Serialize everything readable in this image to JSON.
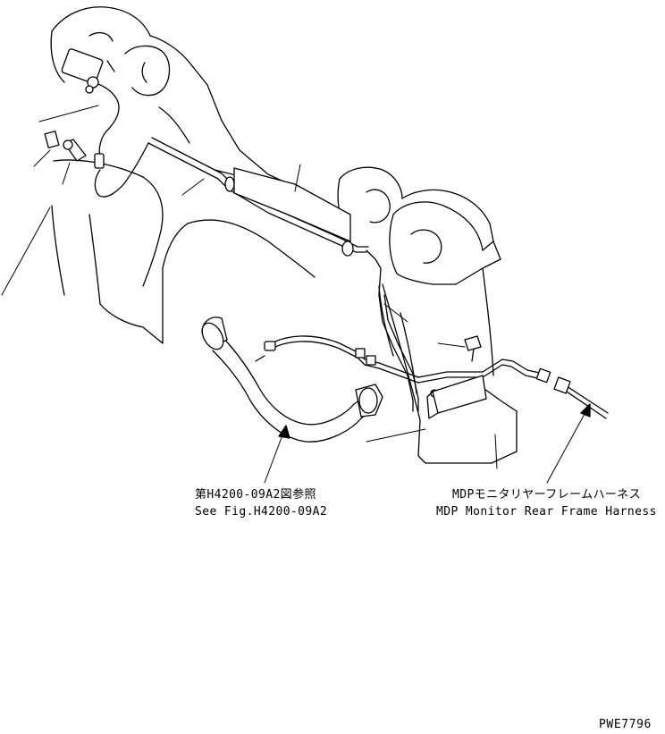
{
  "callouts": {
    "hydraulic_ref": {
      "jp": "第H4200-09A2図参照",
      "en": "See Fig.H4200-09A2"
    },
    "harness": {
      "jp": "MDPモニタリヤーフレームハーネス",
      "en": "MDP Monitor Rear Frame Harness"
    }
  },
  "drawing_code": "PWE7796"
}
